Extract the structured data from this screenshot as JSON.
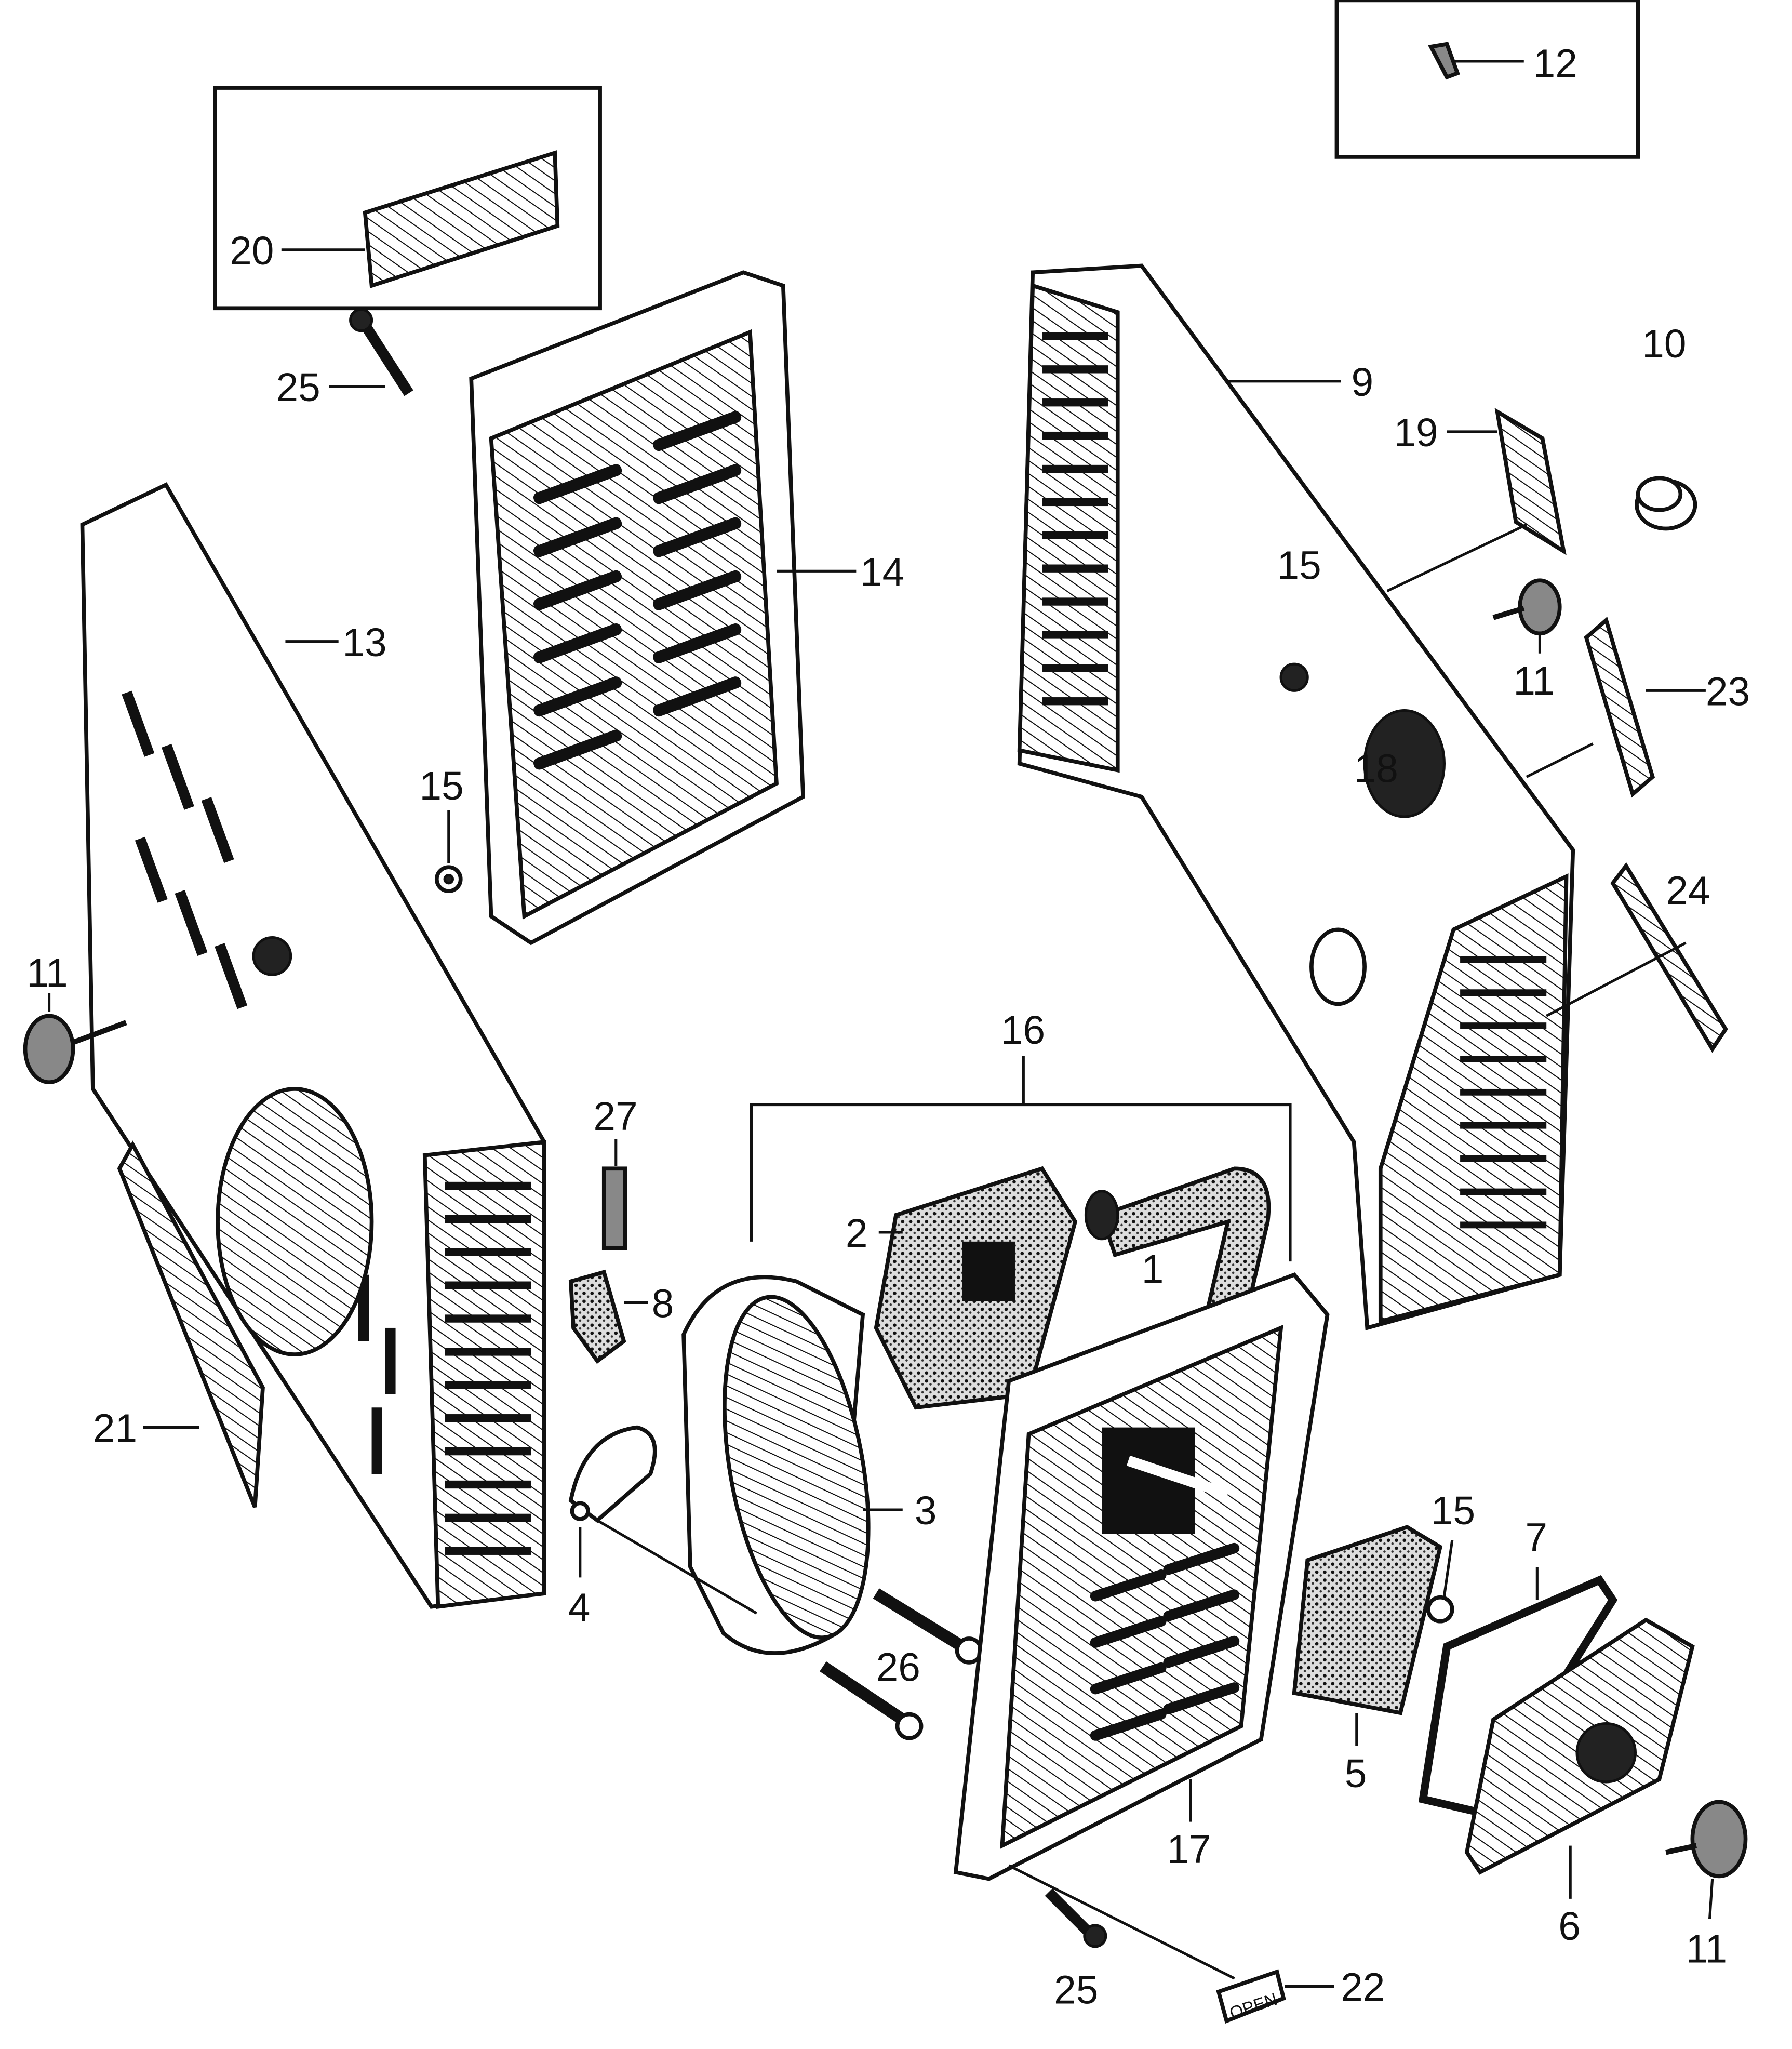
{
  "title": "Exploded parts diagram - generator cover assembly",
  "labels": [
    "12",
    "20",
    "25",
    "10",
    "9",
    "19",
    "14",
    "13",
    "15",
    "11",
    "23",
    "15",
    "18",
    "24",
    "11",
    "16",
    "27",
    "2",
    "1",
    "8",
    "21",
    "3",
    "15",
    "7",
    "4",
    "26",
    "5",
    "17",
    "6",
    "11",
    "25",
    "22"
  ],
  "part_22_marking": "OPEN",
  "colors": {
    "ink": "#111111",
    "paper": "#ffffff"
  }
}
